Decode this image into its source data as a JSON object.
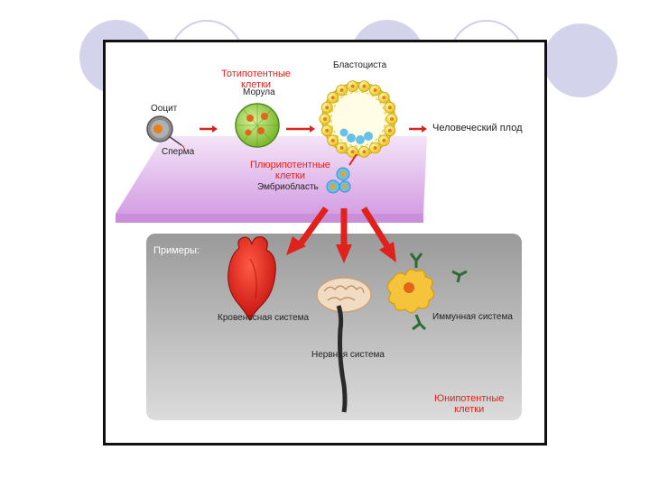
{
  "labels": {
    "oocyte": "Ооцит",
    "sperm": "Сперма",
    "totipotent_line1": "Тотипотентные",
    "totipotent_line2": "клетки",
    "morula": "Морула",
    "blastocyst": "Бластоциста",
    "human_fetus": "Человеческий плод",
    "pluripotent_line1": "Плюрипотентные",
    "pluripotent_line2": "клетки",
    "embryoblast": "Эмбриобласть",
    "examples": "Примеры:",
    "circulatory": "Кровеносная система",
    "immune": "Иммунная система",
    "nervous": "Нервная система",
    "unipotent_line1": "Юнипотентные",
    "unipotent_line2": "клетки"
  },
  "colors": {
    "label_red": "#e0211c",
    "arrow_red": "#e0211c",
    "purple_plane": "#d9a8e6",
    "gray_panel": "#b9b9b9",
    "slide_circle": "#d3d3ec"
  },
  "icons": {
    "oocyte": "oocyte-icon",
    "morula": "morula-icon",
    "blastocyst": "blastocyst-icon",
    "embryoblast": "embryoblast-icon",
    "heart": "heart-icon",
    "brain": "brain-icon",
    "immune_cell": "immune-cell-icon",
    "antibody": "antibody-icon"
  }
}
